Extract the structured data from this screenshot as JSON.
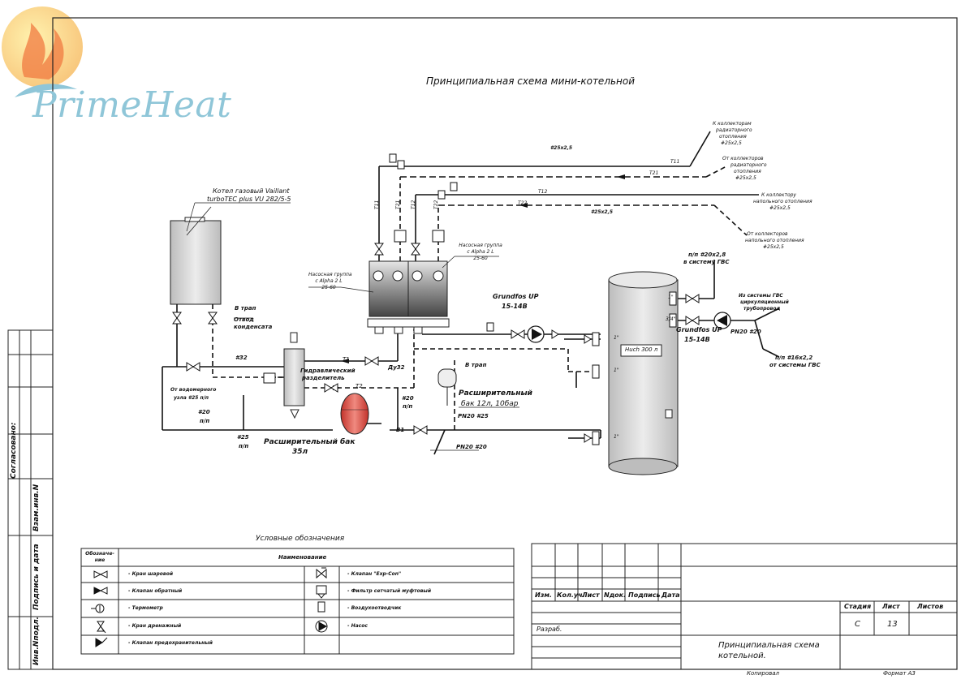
{
  "brand": {
    "name": "PrimeHeat"
  },
  "diagram_title": "Принципиальная схема мини-котельной",
  "labels": {
    "boiler": [
      "Котел газовый Vaillant",
      "turboTEC plus VU 282/5-5"
    ],
    "trap1": "В трап",
    "condensate": [
      "Отвод",
      "конденсата"
    ],
    "pump_group_left": [
      "Насосная группа",
      "с Alpha 2 L",
      "25-60"
    ],
    "pump_group_right": [
      "Насосная группа",
      "с Alpha 2 L",
      "25-60"
    ],
    "rad_to": [
      "К коллекторам",
      "радиаторного",
      "отопления",
      "#25х2,5"
    ],
    "rad_from": [
      "От коллекторов",
      "радиаторного",
      "отопления",
      "#25х2,5"
    ],
    "floor_to": [
      "К коллектору",
      "напольного отопления",
      "#25х2,5"
    ],
    "floor_from": [
      "От коллекторов",
      "напольного отопления",
      "#25х2,5"
    ],
    "pipe_25a": "#25х2,5",
    "pipe_25b": "#25х2,5",
    "t11": "Т11",
    "t21": "Т21",
    "t12": "Т12",
    "t22": "Т22",
    "v_t11": "Т11",
    "v_t21": "Т21",
    "v_t12": "Т12",
    "v_t22": "Т22",
    "grundfos1": [
      "Grundfos UP",
      "15-14B"
    ],
    "grundfos2": [
      "Grundfos UP",
      "15-14B"
    ],
    "pp20_8": [
      "п/п #20х2,8",
      "в систему ГВС"
    ],
    "gvs_circ": [
      "Из системы ГВС",
      "циркуляционный",
      "трубопровод"
    ],
    "pn20_1": "PN20 #20",
    "pp16": [
      "п/п #16х2,2",
      "от системы ГВС"
    ],
    "tank": "Huch 300 л",
    "inch1": "1\"",
    "inch2": "3/4\"",
    "inch3": "1\"",
    "inch4": "1\"",
    "inch5": "1\"",
    "t1": "Т1",
    "t2": "Т2",
    "hydro": [
      "Гидравлический",
      "разделитель"
    ],
    "du32": "Ду32",
    "d32": "#32",
    "water_unit": [
      "От водомерного",
      "узла #25 п/п"
    ],
    "d20pp_a": [
      "#20",
      "п/п"
    ],
    "d25pp": [
      "#25",
      "п/п"
    ],
    "d20pp_b": [
      "#20",
      "п/п"
    ],
    "exp35": [
      "Расширительный бак",
      "35л"
    ],
    "b1": "В1",
    "trap2": "В трап",
    "exp12": [
      "Расширительный",
      "бак 12л, 10бар"
    ],
    "pn20_25": "PN20 #25",
    "pn20_2": "PN20 #20"
  },
  "legend": {
    "title": "Условные обозначения",
    "col1": [
      "Обозначе-",
      "ние"
    ],
    "col2": "Наименование",
    "items_left": [
      "- Кран шаровой",
      "- Клапан обратный",
      "- Термометр",
      "- Кран дренажный",
      "- Клапан предохранительный"
    ],
    "items_right": [
      "- Клапан \"Exp-Con\"",
      "- Фильтр сетчатый муфтовый",
      "- Воздухоотводчик",
      "- Насос"
    ]
  },
  "stamp": {
    "headers": [
      "Изм.",
      "Кол.уч.",
      "Лист",
      "Nдок.",
      "Подпись",
      "Дата"
    ],
    "razrab": "Разраб.",
    "stadiya": "Стадия",
    "list": "Лист",
    "listov": "Листов",
    "stadiya_val": "С",
    "list_val": "13",
    "listov_val": "",
    "title": [
      "Принципиальная схема",
      "котельной."
    ],
    "kopiroval": "Копировал",
    "format": "Формат А3"
  },
  "side": {
    "soglasovano": "Согласовано:",
    "vzam": "Взам.инв.N",
    "podpis": "Подпись и дата",
    "inv": "Инв.Nподл."
  },
  "colors": {
    "logo_text": "#8fc6d8",
    "tank_fill": "#d9d9d9",
    "exp_tank": "#d9443c",
    "pump_group": "#555555"
  }
}
